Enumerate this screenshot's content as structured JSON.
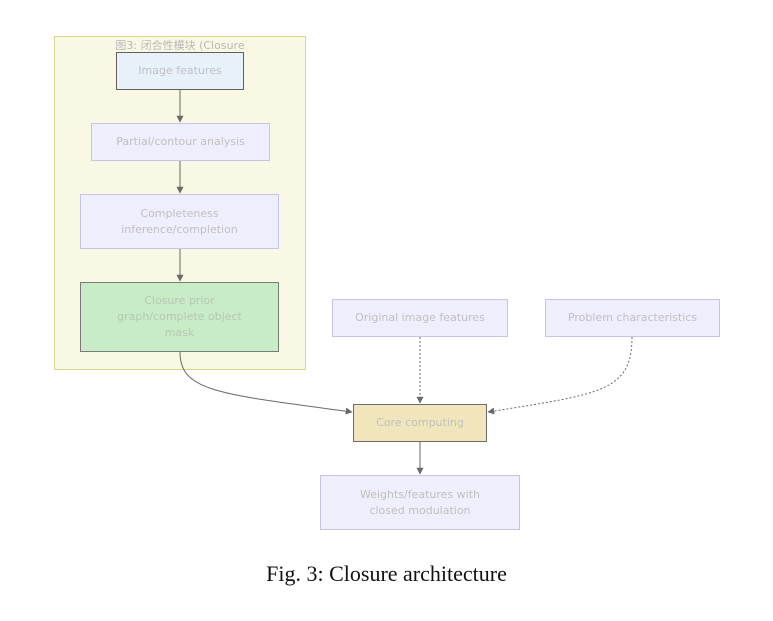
{
  "group": {
    "title": "图3: 闭合性模块 (Closure"
  },
  "nodes": {
    "image_features": "Image features",
    "partial_contour": "Partial/contour analysis",
    "completeness": "Completeness inference/completion",
    "closure_prior": "Closure prior graph/complete object mask",
    "original_features": "Original image features",
    "problem_characteristics": "Problem characteristics",
    "core_computing": "Core computing",
    "weights_features": "Weights/features with closed modulation"
  },
  "caption": "Fig. 3: Closure architecture",
  "colors": {
    "group_fill": "#f8f8e4",
    "group_border": "#d7d78a",
    "node_lavender": "#efeefc",
    "node_blue": "#e7f1fa",
    "node_green": "#c8ecc6",
    "node_tan": "#f1e6bb",
    "edge": "#6a6a6a"
  }
}
